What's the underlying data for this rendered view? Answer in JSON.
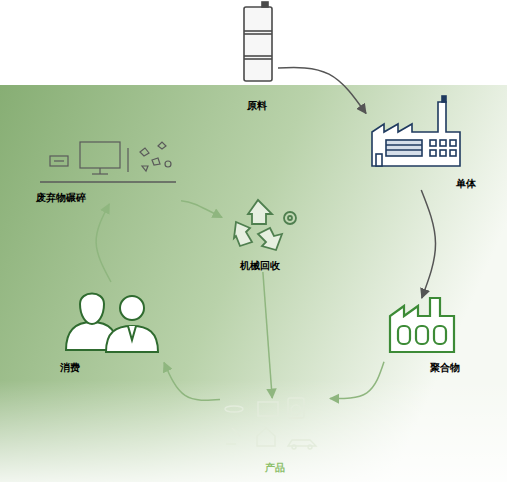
{
  "diagram": {
    "nodes": [
      {
        "text": [
          "原料"
        ]
      },
      {
        "text": [
          "单体"
        ]
      },
      {
        "text": [
          "聚合物"
        ]
      },
      {
        "text": [
          "产品"
        ]
      },
      {
        "text": [
          "消费"
        ]
      },
      {
        "text": [
          "废弃物碾碎"
        ]
      },
      {
        "text": [
          "机械回收"
        ]
      }
    ],
    "edges": [
      {
        "from": 0,
        "to": 1,
        "arrow": "to"
      },
      {
        "from": 1,
        "to": 2,
        "arrow": "to"
      },
      {
        "from": 2,
        "to": 3,
        "arrow": "to"
      },
      {
        "from": 3,
        "to": 4,
        "arrow": "to"
      },
      {
        "from": 4,
        "to": 5,
        "arrow": "to"
      },
      {
        "from": 5,
        "to": 6,
        "arrow": "to"
      },
      {
        "from": 6,
        "to": 3,
        "arrow": "to"
      }
    ]
  }
}
